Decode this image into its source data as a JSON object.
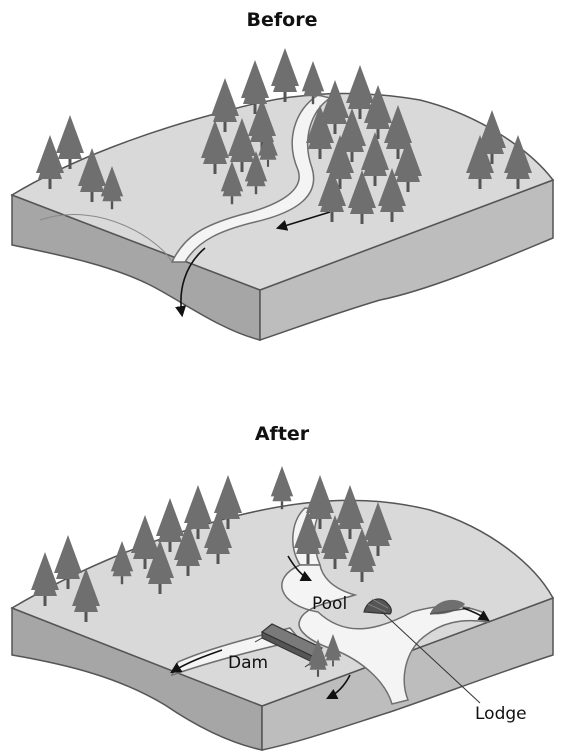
{
  "panels": {
    "before": {
      "title": "Before"
    },
    "after": {
      "title": "After",
      "labels": {
        "pool": "Pool",
        "dam": "Dam",
        "lodge": "Lodge"
      }
    }
  },
  "colors": {
    "ground_top": "#d9d9d9",
    "ground_side": "#a6a6a6",
    "ground_front": "#bdbdbd",
    "water": "#f4f4f4",
    "tree": "#6f6f6f",
    "outline": "#555555",
    "arrow": "#111111"
  },
  "icons": {
    "tree": "pine-tree-icon",
    "dam": "log-dam-icon",
    "lodge": "beaver-lodge-icon",
    "flow": "flow-arrow-icon"
  }
}
